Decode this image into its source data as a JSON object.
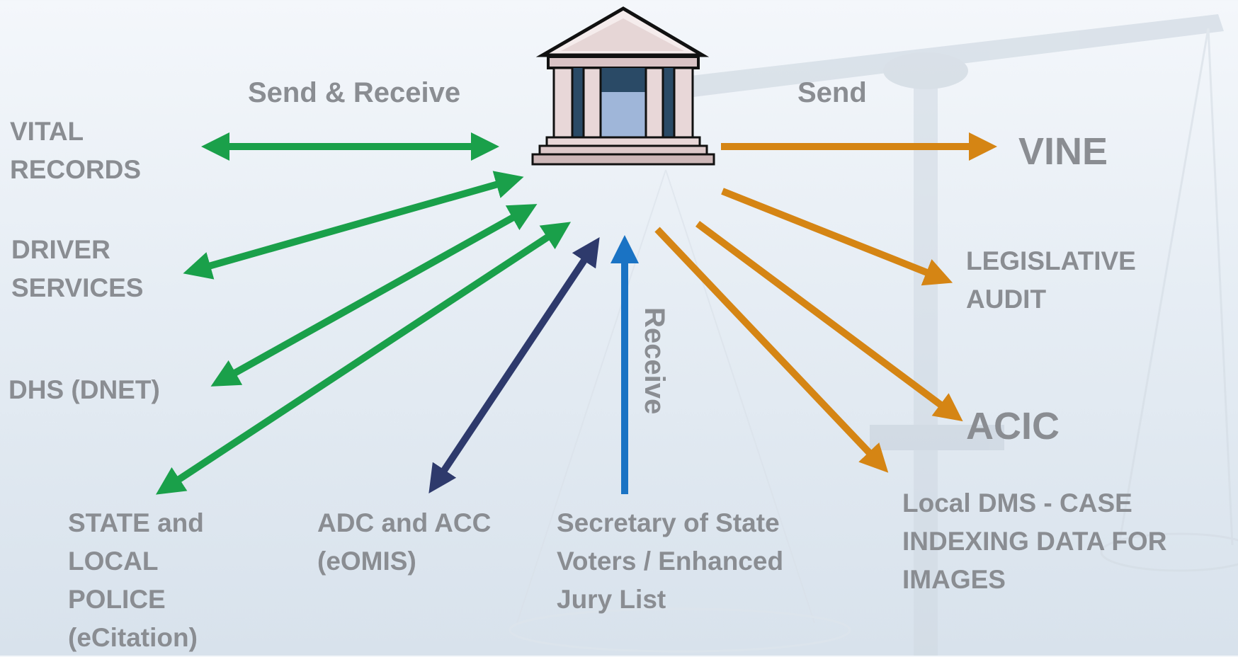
{
  "header": {
    "send_receive": "Send & Receive",
    "send": "Send",
    "receive": "Receive"
  },
  "nodes": {
    "vital_records": "VITAL\nRECORDS",
    "driver_services": "DRIVER\nSERVICES",
    "dhs": "DHS (DNET)",
    "state_police": "STATE and\nLOCAL\nPOLICE\n(eCitation)",
    "adc": "ADC and ACC\n(eOMIS)",
    "secretary": "Secretary of State\nVoters / Enhanced\nJury List",
    "vine": "VINE",
    "legislative": "LEGISLATIVE\nAUDIT",
    "acic": "ACIC",
    "local_dms": "Local DMS - CASE\nINDEXING DATA FOR\nIMAGES"
  },
  "colors": {
    "green": "#1aa04a",
    "orange": "#d58514",
    "navy": "#2e3a6c",
    "blue": "#1a73c4",
    "label": "#8a8d92"
  },
  "icons": {
    "center": "courthouse-icon",
    "background": "scales-of-justice-icon"
  }
}
